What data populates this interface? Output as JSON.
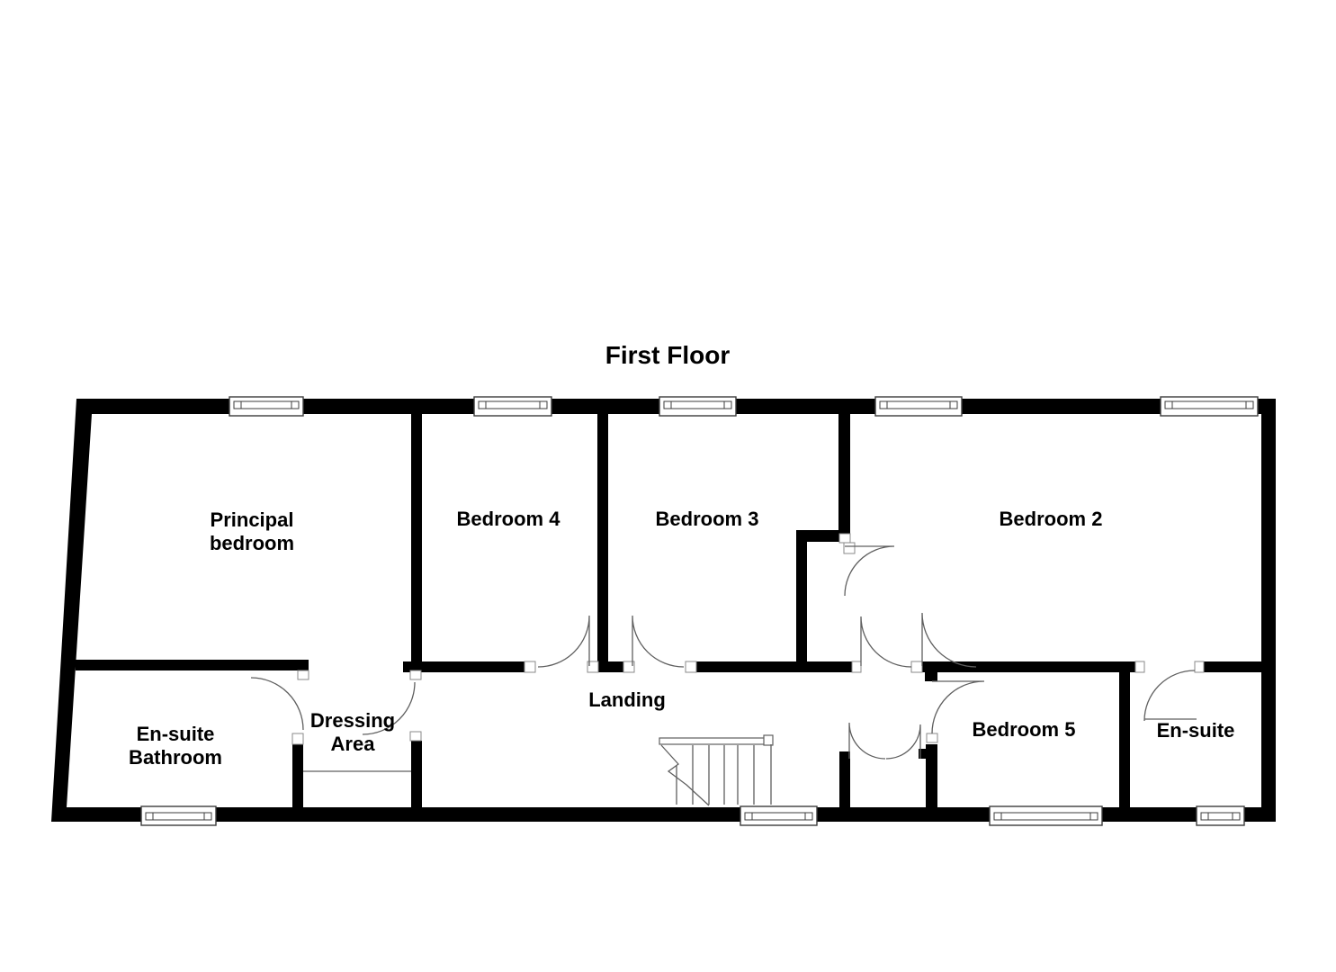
{
  "title": "First Floor",
  "rooms": {
    "principal_bedroom": {
      "label": "Principal\nbedroom"
    },
    "bedroom_4": {
      "label": "Bedroom 4"
    },
    "bedroom_3": {
      "label": "Bedroom 3"
    },
    "bedroom_2": {
      "label": "Bedroom 2"
    },
    "ensuite_bathroom": {
      "label": "En-suite\nBathroom"
    },
    "dressing_area": {
      "label": "Dressing\nArea"
    },
    "landing": {
      "label": "Landing"
    },
    "bedroom_5": {
      "label": "Bedroom 5"
    },
    "ensuite": {
      "label": "En-suite"
    }
  },
  "colors": {
    "wall": "#000000",
    "feature_line": "#5f5f5f",
    "text": "#000000",
    "background": "#ffffff"
  }
}
